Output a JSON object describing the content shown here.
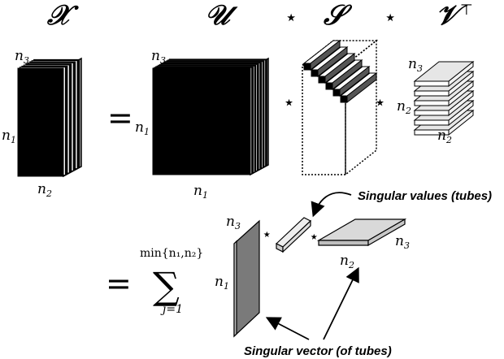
{
  "top": {
    "X": "𝒳",
    "U": "𝒰",
    "S": "𝒮",
    "VT": "𝒱",
    "VT_sup": "⊤",
    "star": "⋆",
    "equals": "="
  },
  "dims": {
    "n1": "n",
    "n1_sub": "1",
    "n2": "n",
    "n2_sub": "2",
    "n3": "n",
    "n3_sub": "3"
  },
  "bottom": {
    "equals": "=",
    "sum_symbol": "∑",
    "sum_upper": "min{n₁,n₂}",
    "sum_lower": "j=1",
    "star": "⋆"
  },
  "annotations": {
    "singular_values": "Singular values (tubes)",
    "singular_vector": "Singular vector (of tubes)"
  },
  "colors": {
    "slice_fill": "#000000",
    "side_fill": "#a0a0a0",
    "light_fill": "#d9d9d9",
    "tube_fill": "#eeeeee",
    "vector_fill": "#7a7a7a"
  }
}
